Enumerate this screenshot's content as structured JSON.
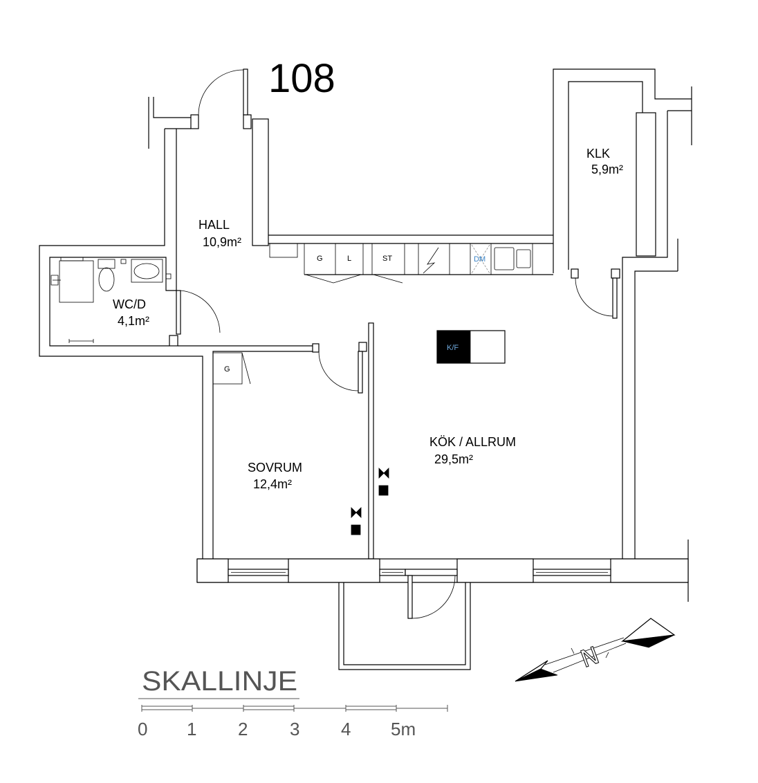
{
  "plan": {
    "unit_number": "108"
  },
  "rooms": {
    "hall": {
      "name": "HALL",
      "area": "10,9m²"
    },
    "wc": {
      "name": "WC/D",
      "area": "4,1m²"
    },
    "klk": {
      "name": "KLK",
      "area": "5,9m²"
    },
    "sovrum": {
      "name": "SOVRUM",
      "area": "12,4m²"
    },
    "kok": {
      "name": "KÖK / ALLRUM",
      "area": "29,5m²"
    }
  },
  "fixtures": {
    "kitchen_labels": [
      "G",
      "L",
      "ST",
      "DM"
    ],
    "island_label": "K/F",
    "bedroom_closet_label": "G"
  },
  "scale": {
    "title": "SKALLINJE",
    "labels": [
      "0",
      "1",
      "2",
      "3",
      "4",
      "5m"
    ]
  },
  "compass": {
    "label": "N"
  },
  "colors": {
    "lines": "#000000",
    "appliance_text_blue": "#3d85c6",
    "scale_gray": "#555555"
  }
}
